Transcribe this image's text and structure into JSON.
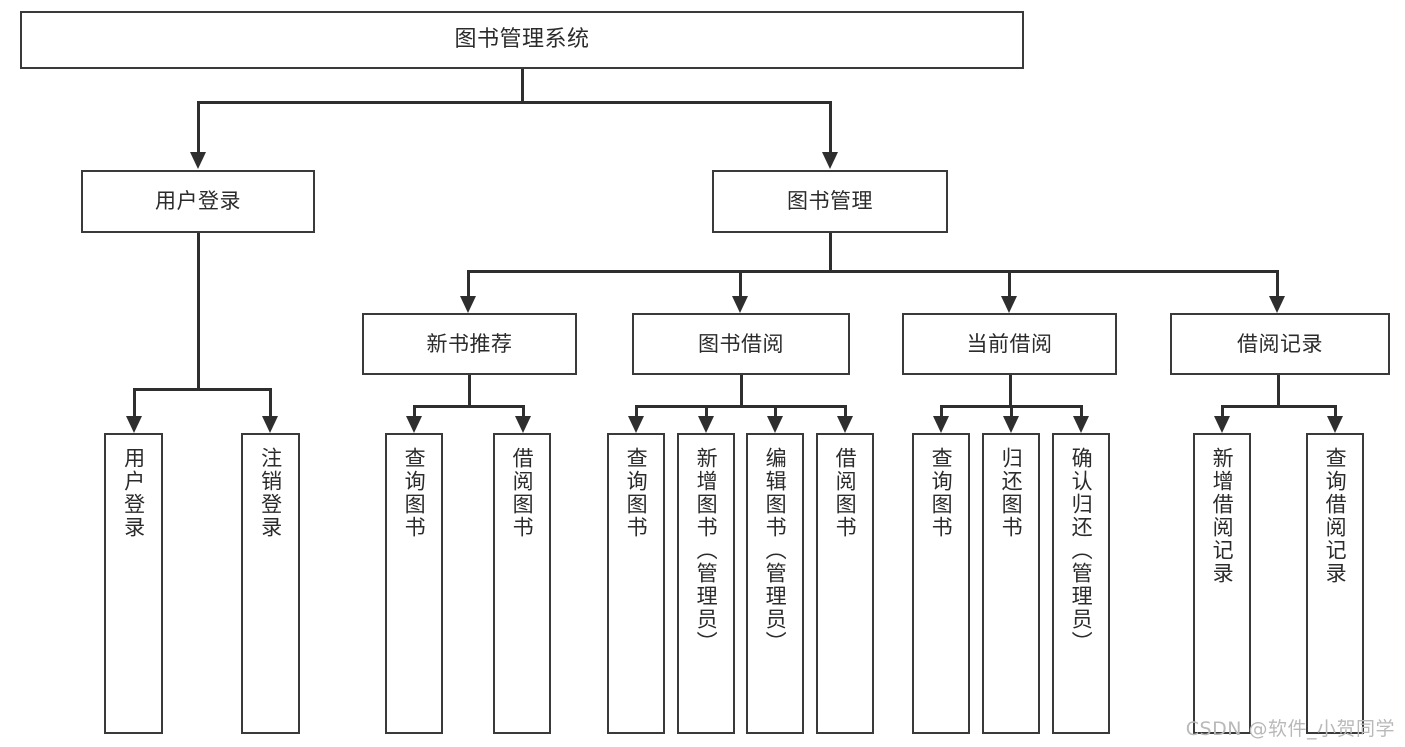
{
  "diagram": {
    "type": "tree-hierarchy-chart",
    "title": "图书管理系统",
    "watermark": "CSDN @软件_小贺同学",
    "colors": {
      "box_border": "#3a3a3a",
      "connector": "#2e2e2e",
      "text": "#2b2b2b",
      "background": "#ffffff",
      "watermark": "#b9b9b9"
    },
    "levels": {
      "root": {
        "label": "图书管理系统"
      },
      "level2": [
        {
          "label": "用户登录"
        },
        {
          "label": "图书管理"
        }
      ],
      "level3": [
        {
          "label": "新书推荐"
        },
        {
          "label": "图书借阅"
        },
        {
          "label": "当前借阅"
        },
        {
          "label": "借阅记录"
        }
      ],
      "leaves": {
        "user_login": [
          {
            "label": "用户登录"
          },
          {
            "label": "注销登录"
          }
        ],
        "new_book_recommend": [
          {
            "label": "查询图书"
          },
          {
            "label": "借阅图书"
          }
        ],
        "book_borrow": [
          {
            "label": "查询图书"
          },
          {
            "label": "新增图书（管理员）"
          },
          {
            "label": "编辑图书（管理员）"
          },
          {
            "label": "借阅图书"
          }
        ],
        "current_borrow": [
          {
            "label": "查询图书"
          },
          {
            "label": "归还图书"
          },
          {
            "label": "确认归还（管理员）"
          }
        ],
        "borrow_records": [
          {
            "label": "新增借阅记录"
          },
          {
            "label": "查询借阅记录"
          }
        ]
      }
    }
  }
}
